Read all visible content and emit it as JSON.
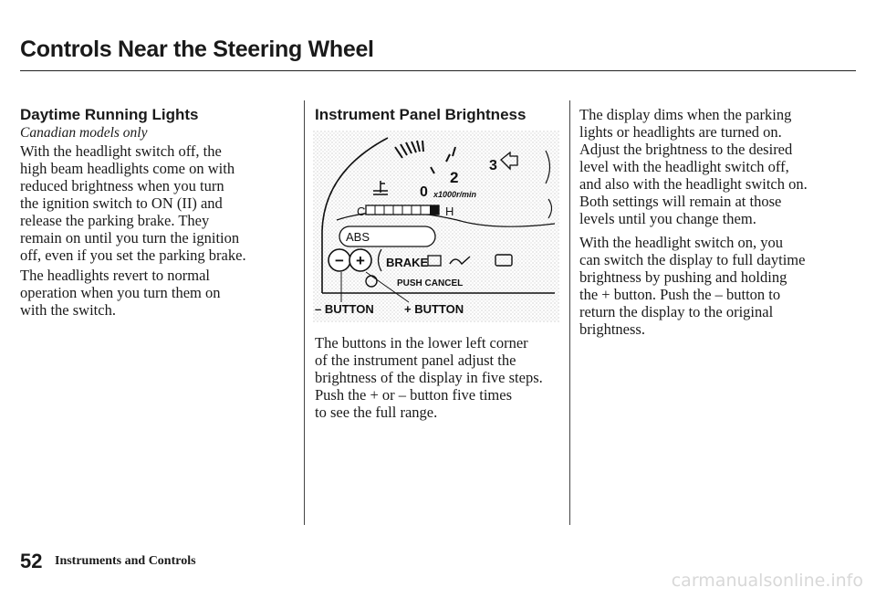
{
  "page": {
    "title": "Controls Near the Steering Wheel",
    "page_number": "52",
    "footer_section": "Instruments and Controls"
  },
  "left": {
    "heading": "Daytime Running Lights",
    "subheading": "Canadian models only",
    "para1": [
      "With the headlight switch off, the",
      "high beam headlights come on with",
      "reduced brightness when you turn",
      "the ignition switch to ON (II) and",
      "release the parking brake. They",
      "remain on until you turn the ignition",
      "off, even if you set the parking brake."
    ],
    "para2": [
      "The headlights revert to normal",
      "operation when you turn them on",
      "with the switch."
    ]
  },
  "middle": {
    "heading": "Instrument Panel Brightness",
    "figure": {
      "gauge_2": "2",
      "gauge_3": "3",
      "gauge_0": "0",
      "rpm_unit": "x1000r/min",
      "h_mark": "H",
      "c_mark": "C",
      "abs": "ABS",
      "minus_symbol": "−",
      "plus_symbol": "+",
      "brake": "BRAKE",
      "push_cancel": "PUSH CANCEL",
      "minus_button": "– BUTTON",
      "plus_button": "+ BUTTON"
    },
    "para": [
      "The buttons in the lower left corner",
      "of the instrument panel adjust the",
      "brightness of the display in five steps.",
      "Push the + or – button five times",
      "to see the full range."
    ]
  },
  "right": {
    "para1": [
      "The display dims when the parking",
      "lights or headlights are turned on.",
      "Adjust the brightness to the desired",
      "level with the headlight switch off,",
      "and also with the headlight switch on.",
      "Both settings will remain at those",
      "levels until you change them."
    ],
    "para2": [
      "With the headlight switch on, you",
      "can switch the display to full daytime",
      "brightness by pushing and holding",
      "the + button. Push the – button to",
      "return the display to the original",
      "brightness."
    ]
  },
  "watermark": "carmanualsonline.info"
}
